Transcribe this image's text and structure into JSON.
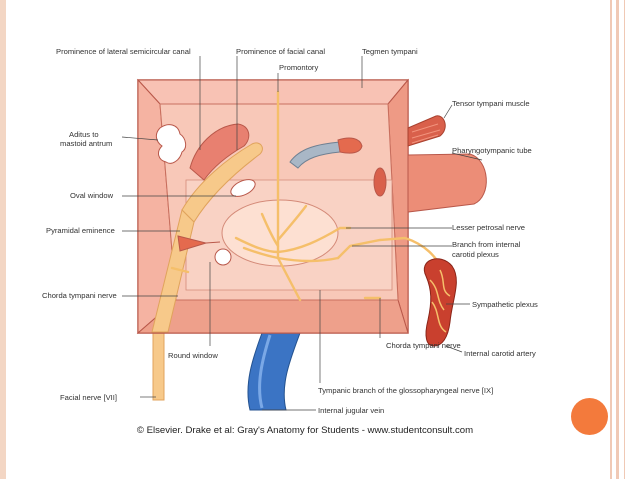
{
  "labels": {
    "prominence_lateral_canal": "Prominence of lateral semicircular canal",
    "prominence_facial_canal": "Prominence of facial canal",
    "tegmen_tympani": "Tegmen tympani",
    "promontory": "Promontory",
    "tensor_tympani": "Tensor tympani muscle",
    "aditus_line1": "Aditus to",
    "aditus_line2": "mastoid antrum",
    "pharyngotympanic": "Pharyngotympanic tube",
    "oval_window": "Oval window",
    "lesser_petrosal": "Lesser petrosal nerve",
    "pyramidal": "Pyramidal eminence",
    "branch_line1": "Branch from internal",
    "branch_line2": "carotid plexus",
    "chorda_left": "Chorda tympani nerve",
    "sympathetic": "Sympathetic plexus",
    "round_window": "Round window",
    "internal_carotid": "Internal carotid artery",
    "chorda_right": "Chorda tympani nerve",
    "tympanic_branch": "Tympanic branch of the glossopharyngeal nerve [IX]",
    "facial_nerve": "Facial nerve [VII]",
    "jugular": "Internal jugular vein"
  },
  "caption": "© Elsevier. Drake et al: Gray's Anatomy for Students - www.studentconsult.com"
}
